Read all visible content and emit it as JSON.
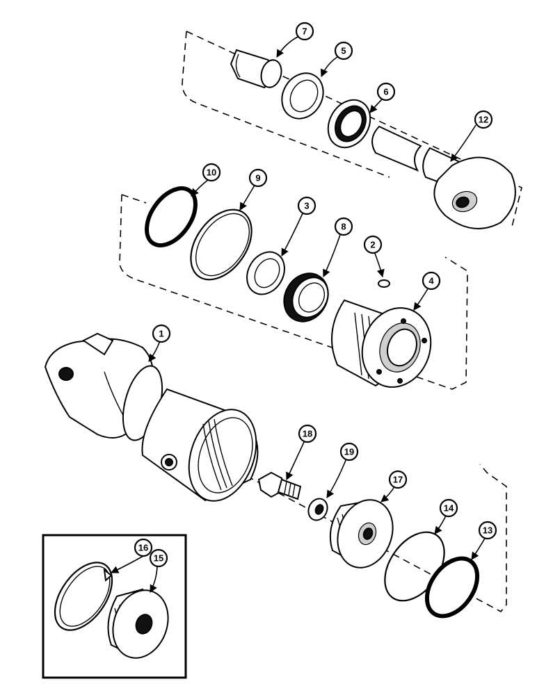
{
  "callouts": [
    {
      "label": "1"
    },
    {
      "label": "2"
    },
    {
      "label": "3"
    },
    {
      "label": "4"
    },
    {
      "label": "5"
    },
    {
      "label": "6"
    },
    {
      "label": "7"
    },
    {
      "label": "8"
    },
    {
      "label": "9"
    },
    {
      "label": "10"
    },
    {
      "label": "12"
    },
    {
      "label": "13"
    },
    {
      "label": "14"
    },
    {
      "label": "15"
    },
    {
      "label": "16"
    },
    {
      "label": "17"
    },
    {
      "label": "18"
    },
    {
      "label": "19"
    }
  ]
}
